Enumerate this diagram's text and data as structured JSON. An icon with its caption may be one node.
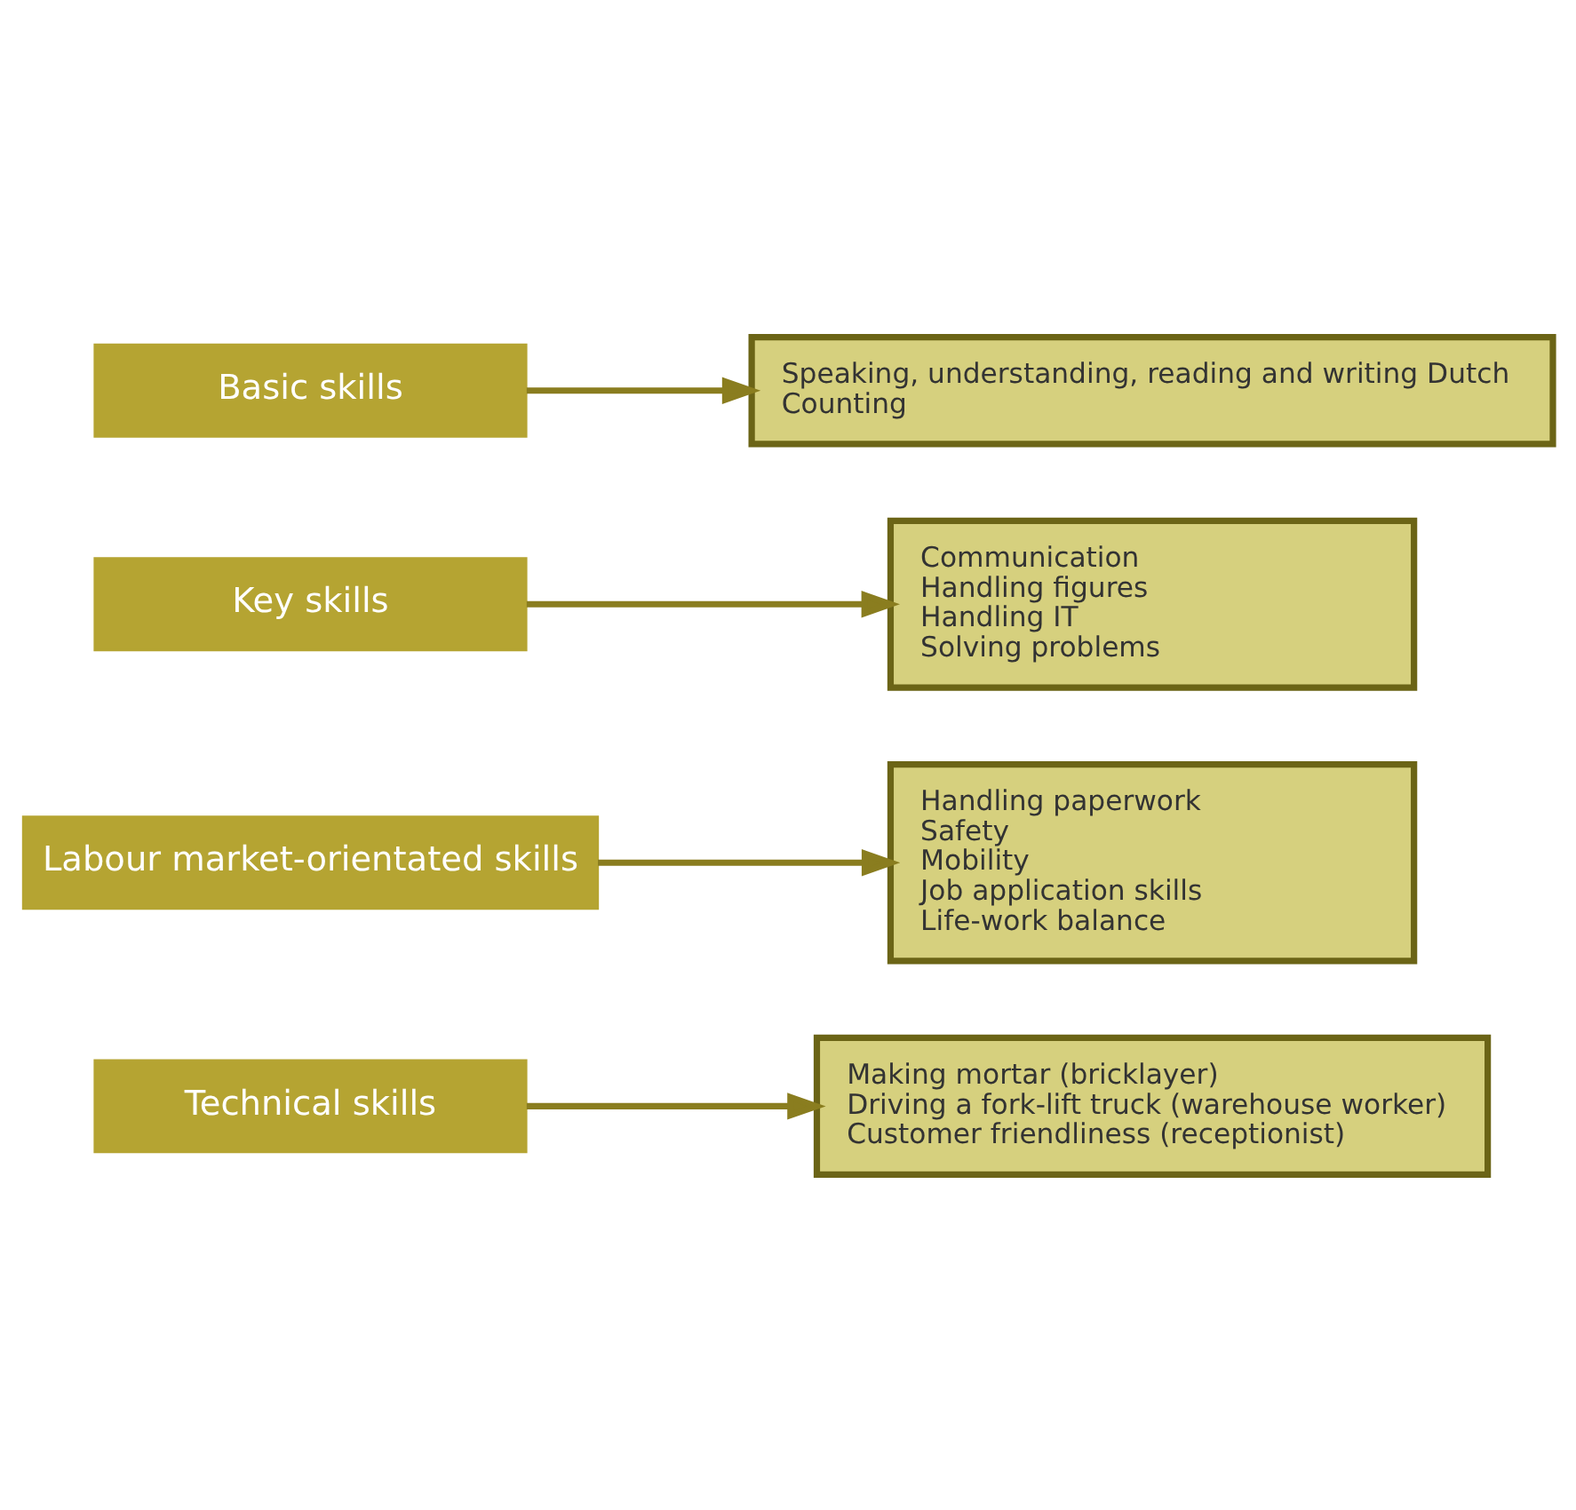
{
  "diagram": {
    "nodes": [
      {
        "text": [
          "Technical skills"
        ]
      },
      {
        "text": [
          "Making mortar (bricklayer)",
          "Driving a fork-lift truck (warehouse worker)",
          "Customer friendliness (receptionist)"
        ]
      },
      {
        "text": [
          "Labour market-orientated skills"
        ]
      },
      {
        "text": [
          "Handling paperwork",
          "Safety",
          "Mobility",
          "Job application skills",
          "Life-work balance"
        ]
      },
      {
        "text": [
          "Key skills"
        ]
      },
      {
        "text": [
          "Communication",
          "Handling figures",
          "Handling IT",
          "Solving problems"
        ]
      },
      {
        "text": [
          "Basic skills"
        ]
      },
      {
        "text": [
          "Speaking, understanding, reading and writing Dutch",
          "Counting"
        ]
      }
    ],
    "edges": [
      {
        "from": 0,
        "to": 1,
        "arrow": "to"
      },
      {
        "from": 2,
        "to": 3,
        "arrow": "to"
      },
      {
        "from": 4,
        "to": 5,
        "arrow": "to"
      },
      {
        "from": 6,
        "to": 7,
        "arrow": "to"
      }
    ]
  }
}
